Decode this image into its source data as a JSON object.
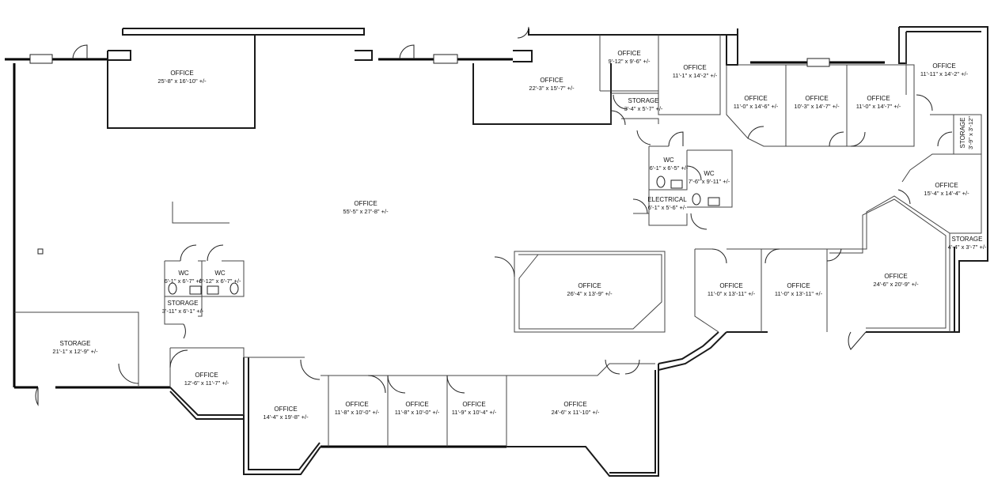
{
  "rooms": [
    {
      "id": "r1",
      "name": "OFFICE",
      "size": "25'-8\" x 16'-10\" +/-"
    },
    {
      "id": "r2",
      "name": "OFFICE",
      "size": "55'-5\" x 27'-8\" +/-"
    },
    {
      "id": "r3",
      "name": "OFFICE",
      "size": "22'-3\" x 15'-7\" +/-"
    },
    {
      "id": "r4",
      "name": "OFFICE",
      "size": "9'-12\" x 9'-6\" +/-"
    },
    {
      "id": "r5",
      "name": "OFFICE",
      "size": "11'-1\" x 14'-2\" +/-"
    },
    {
      "id": "r6",
      "name": "STORAGE",
      "size": "3'-4\" x 5'-7\" +/-"
    },
    {
      "id": "r7",
      "name": "OFFICE",
      "size": "11'-0\" x 14'-6\" +/-"
    },
    {
      "id": "r8",
      "name": "OFFICE",
      "size": "10'-3\" x 14'-7\" +/-"
    },
    {
      "id": "r9",
      "name": "OFFICE",
      "size": "11'-0\" x 14'-7\" +/-"
    },
    {
      "id": "r10",
      "name": "OFFICE",
      "size": "11'-11\" x 14'-2\" +/-"
    },
    {
      "id": "r11",
      "name": "STORAGE",
      "size": "3'-9\" x 3'-12\""
    },
    {
      "id": "r12",
      "name": "WC",
      "size": "6'-1\" x 6'-5\" +/-"
    },
    {
      "id": "r13",
      "name": "WC",
      "size": "7'-6\" x 9'-11\" +/-"
    },
    {
      "id": "r14",
      "name": "ELECTRICAL",
      "size": "6'-1\" x 5'-6\" +/-"
    },
    {
      "id": "r15",
      "name": "OFFICE",
      "size": "15'-4\" x 14'-4\" +/-"
    },
    {
      "id": "r16",
      "name": "STORAGE",
      "size": "4'-4\" x 3'-7\" +/-"
    },
    {
      "id": "r17",
      "name": "WC",
      "size": "6'-1\" x 6'-7\" +/-"
    },
    {
      "id": "r18",
      "name": "WC",
      "size": "6'-12\" x 6'-7\" +/-"
    },
    {
      "id": "r19",
      "name": "STORAGE",
      "size": "3'-11\" x 6'-1\" +/-"
    },
    {
      "id": "r20",
      "name": "OFFICE",
      "size": "26'-4\" x 13'-9\" +/-"
    },
    {
      "id": "r21",
      "name": "OFFICE",
      "size": "11'-0\" x 13'-11\" +/-"
    },
    {
      "id": "r22",
      "name": "OFFICE",
      "size": "11'-0\" x 13'-11\" +/-"
    },
    {
      "id": "r23",
      "name": "OFFICE",
      "size": "24'-6\" x 20'-9\" +/-"
    },
    {
      "id": "r24",
      "name": "STORAGE",
      "size": "21'-1\" x 12'-9\" +/-"
    },
    {
      "id": "r25",
      "name": "OFFICE",
      "size": "12'-6\" x 11'-7\" +/-"
    },
    {
      "id": "r26",
      "name": "OFFICE",
      "size": "14'-4\" x 19'-8\" +/-"
    },
    {
      "id": "r27",
      "name": "OFFICE",
      "size": "11'-8\" x 10'-0\" +/-"
    },
    {
      "id": "r28",
      "name": "OFFICE",
      "size": "11'-8\" x 10'-0\" +/-"
    },
    {
      "id": "r29",
      "name": "OFFICE",
      "size": "11'-9\" x 10'-4\" +/-"
    },
    {
      "id": "r30",
      "name": "OFFICE",
      "size": "24'-6\" x 11'-10\" +/-"
    }
  ]
}
